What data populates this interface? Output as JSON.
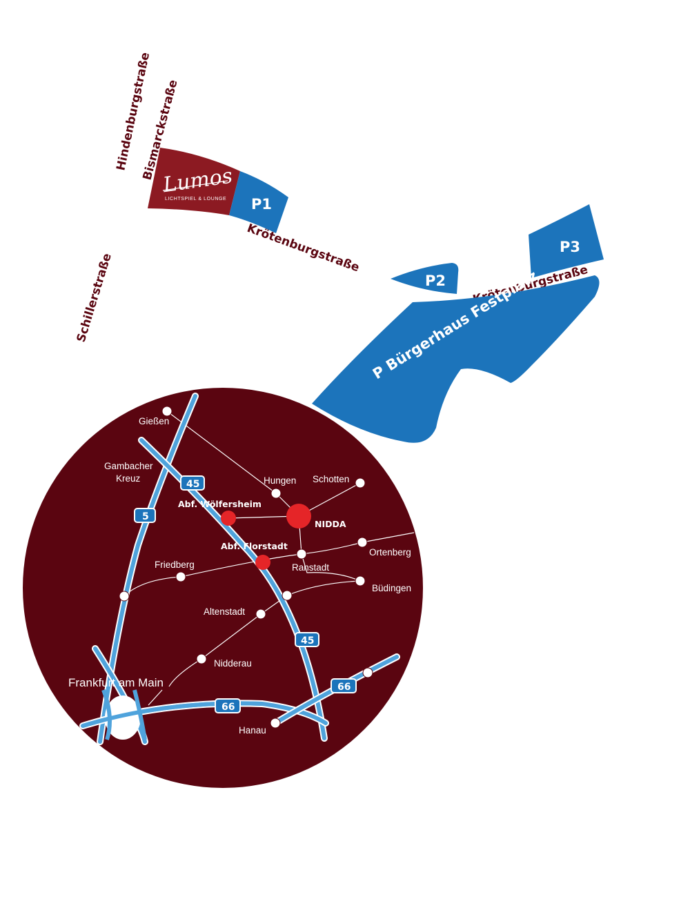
{
  "colors": {
    "burgundy": "#5a0510",
    "lumos_red": "#8c1a22",
    "parking_blue": "#1c74bb",
    "road_blue": "#4fa3dc",
    "exit_red": "#e52528",
    "white": "#ffffff"
  },
  "streets": {
    "hindenburg": "Hindenburgstraße",
    "bismarck": "Bismarckstraße",
    "kroetenburg_1": "Krötenburgstraße",
    "kroetenburg_2": "Krötenburgstraße",
    "schiller": "Schillerstraße"
  },
  "venue": {
    "logo": "Lumos",
    "subtitle": "LICHTSPIEL & LOUNGE"
  },
  "parking": {
    "p1": "P1",
    "p2": "P2",
    "p3": "P3",
    "festplatz": "P Bürgerhaus Festplatz"
  },
  "regional_map": {
    "towns": {
      "giessen": "Gießen",
      "gambacher_1": "Gambacher",
      "gambacher_2": "Kreuz",
      "hungen": "Hungen",
      "schotten": "Schotten",
      "nidda": "NIDDA",
      "ortenberg": "Ortenberg",
      "ranstadt": "Ranstadt",
      "buedingen": "Büdingen",
      "friedberg": "Friedberg",
      "altenstadt": "Altenstadt",
      "nidderau": "Nidderau",
      "frankfurt": "Frankfurt am Main",
      "hanau": "Hanau"
    },
    "exits": {
      "woelfersheim": "Abf. Wölfersheim",
      "florstadt": "Abf. Florstadt"
    },
    "highways": {
      "a45_top": "45",
      "a45_bottom": "45",
      "a5": "5",
      "a66_left": "66",
      "a66_right": "66"
    }
  }
}
